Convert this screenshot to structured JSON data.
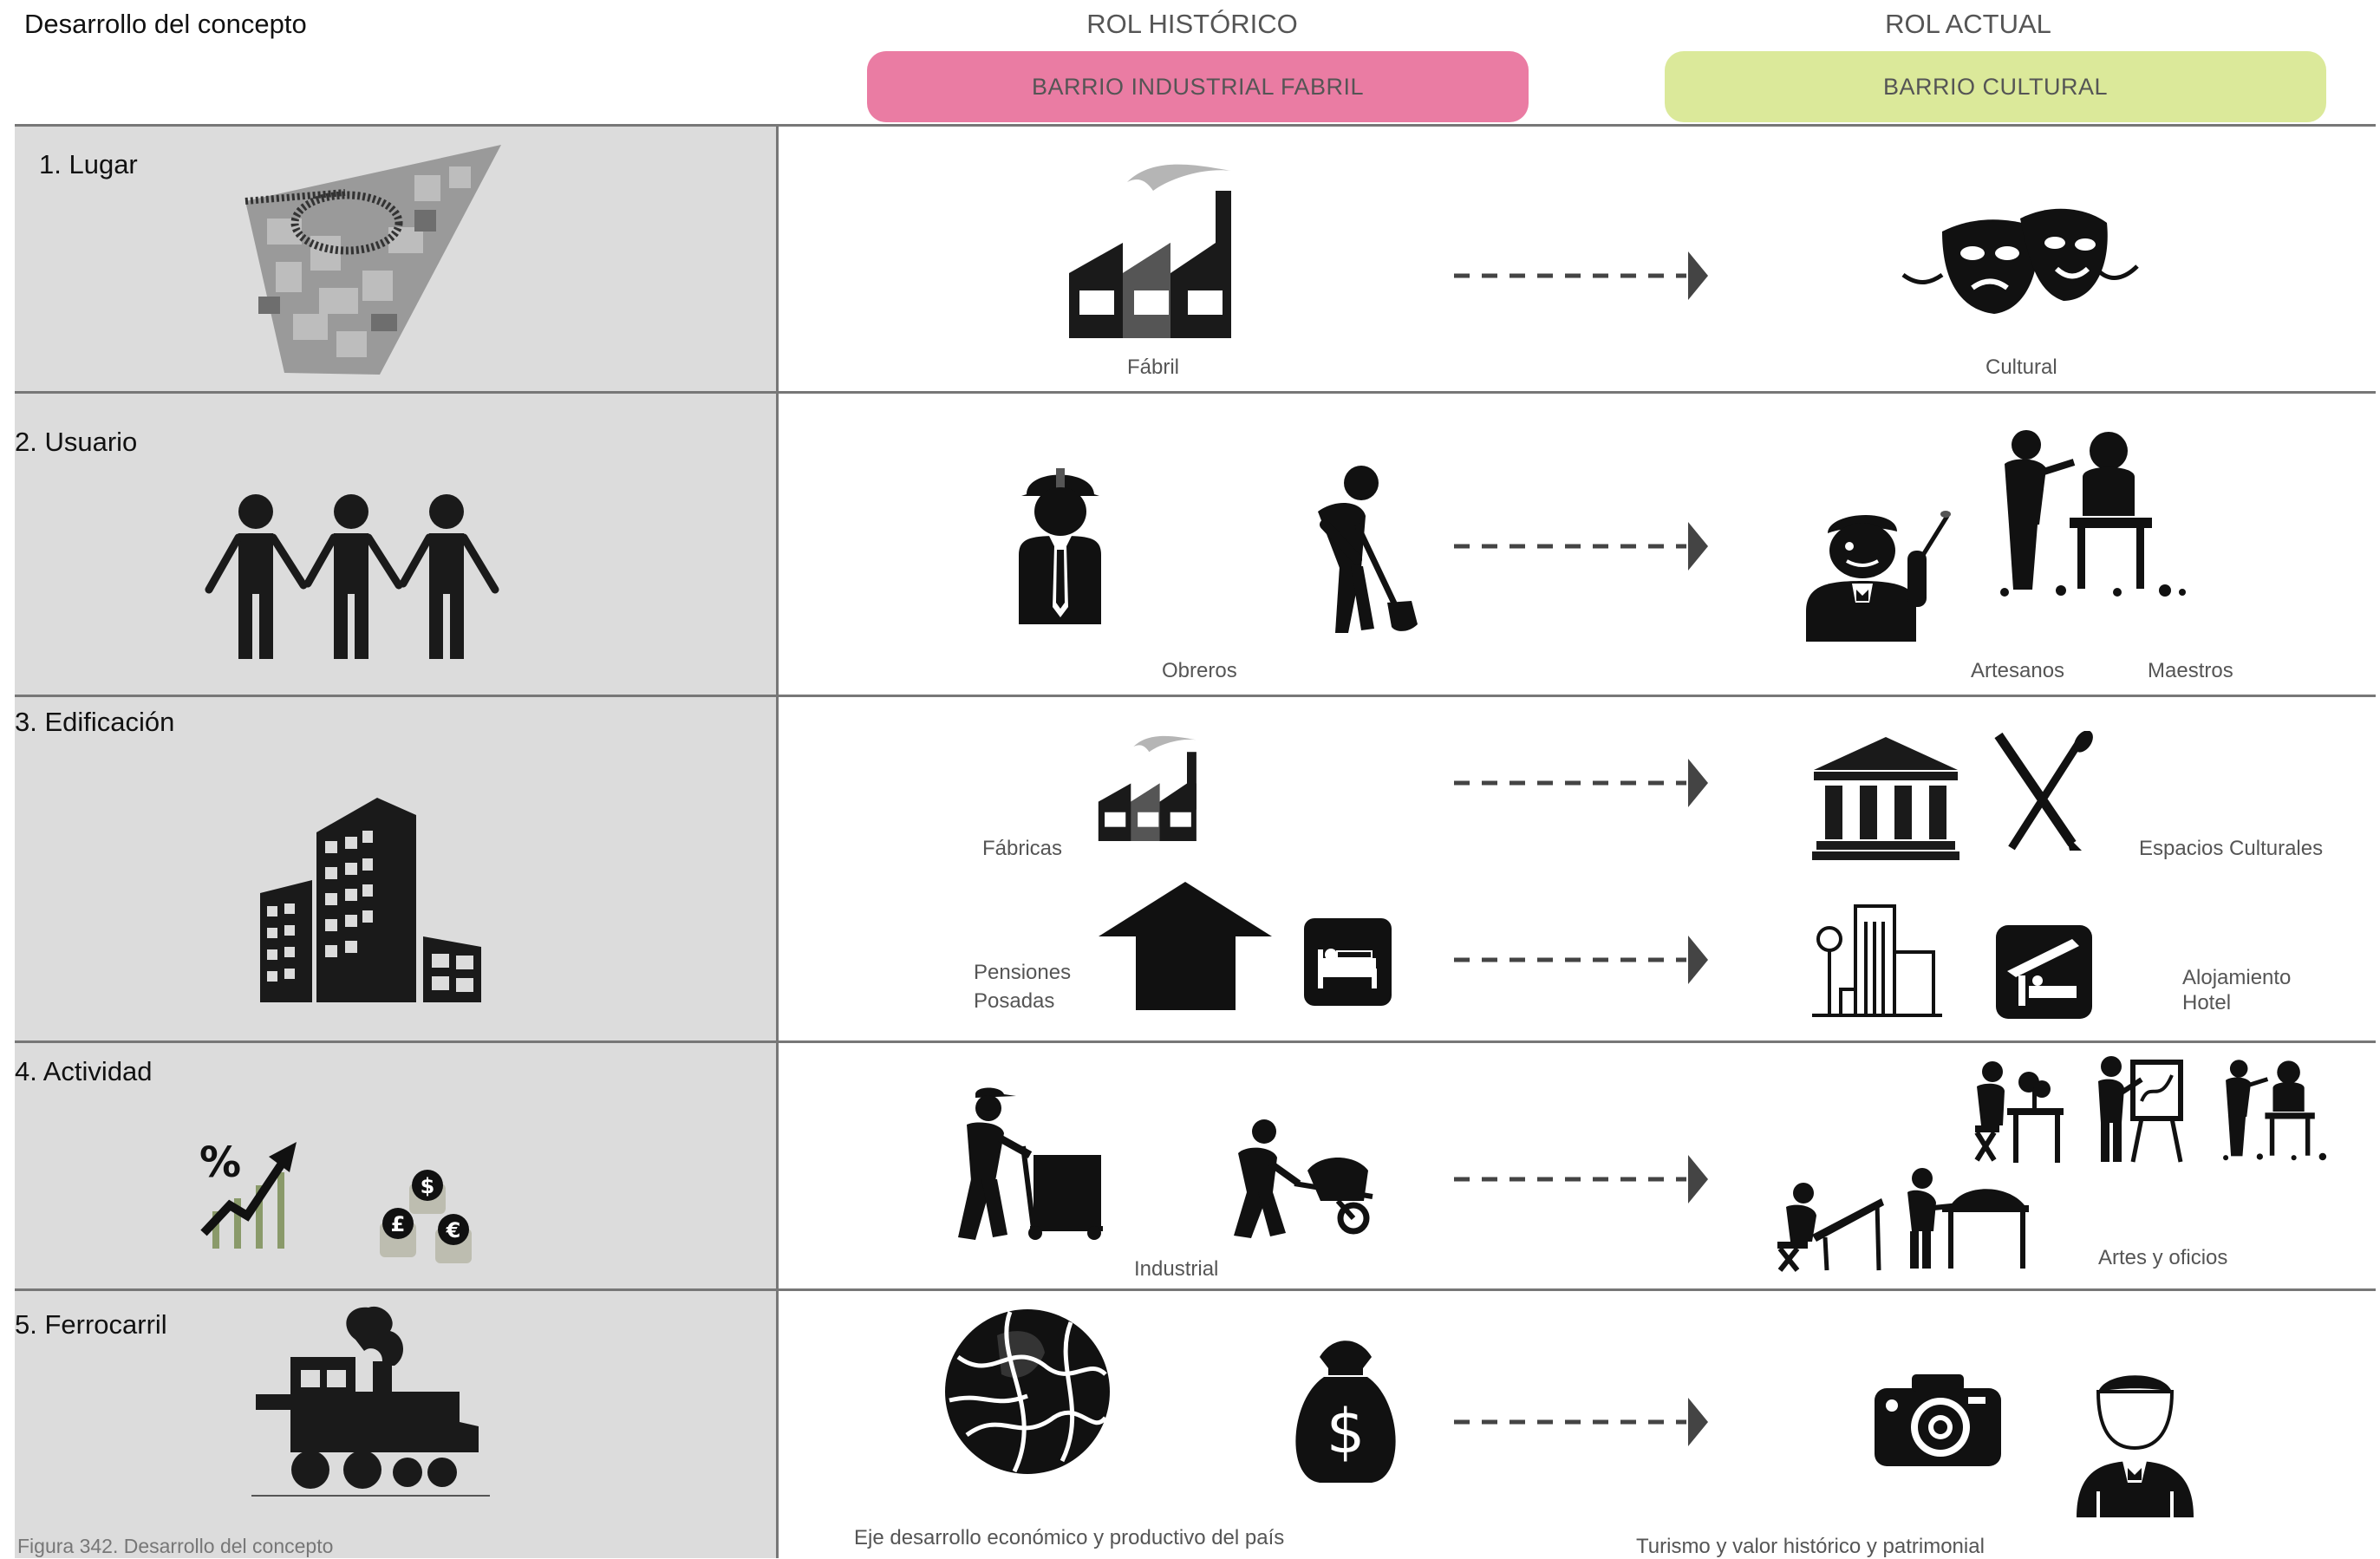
{
  "page_title": "Desarrollo del concepto",
  "header": {
    "historic": "ROL HISTÓRICO",
    "current": "ROL ACTUAL",
    "historic_pill": "BARRIO INDUSTRIAL FABRIL",
    "current_pill": "BARRIO CULTURAL",
    "historic_color": "#ea7ca3",
    "current_color": "#dbe99a"
  },
  "rows": [
    {
      "label": "1. Lugar",
      "captions": {
        "historic": "Fábril",
        "current": "Cultural"
      }
    },
    {
      "label": "2. Usuario",
      "captions": {
        "historic": "Obreros",
        "current_a": "Artesanos",
        "current_b": "Maestros"
      }
    },
    {
      "label": "3. Edificación",
      "captions": {
        "historic_a": "Fábricas",
        "historic_b1": "Pensiones",
        "historic_b2": "Posadas",
        "current_a": "Espacios Culturales",
        "current_b1": "Alojamiento",
        "current_b2": "Hotel"
      }
    },
    {
      "label": "4. Actividad",
      "captions": {
        "historic": "Industrial",
        "current": "Artes y oficios"
      }
    },
    {
      "label": "5. Ferrocarril",
      "captions": {
        "historic": "Eje desarrollo económico y productivo del país",
        "current": "Turismo y valor histórico y patrimonial"
      }
    }
  ],
  "footer_caption": "Figura 342. Desarrollo del concepto",
  "icons": {
    "symbols": {
      "percent": "%",
      "dollar": "$",
      "pound": "£",
      "euro": "€"
    }
  }
}
